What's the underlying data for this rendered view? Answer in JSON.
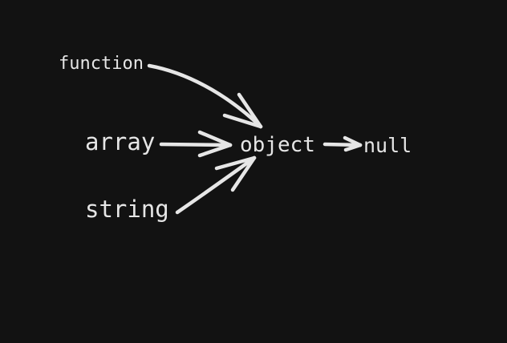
{
  "diagram": {
    "nodes": [
      {
        "id": "function",
        "label": "function"
      },
      {
        "id": "array",
        "label": "array"
      },
      {
        "id": "string",
        "label": "string"
      },
      {
        "id": "object",
        "label": "object"
      },
      {
        "id": "null",
        "label": "null"
      }
    ],
    "edges": [
      {
        "from": "function",
        "to": "object"
      },
      {
        "from": "array",
        "to": "object"
      },
      {
        "from": "string",
        "to": "object"
      },
      {
        "from": "object",
        "to": "null"
      }
    ]
  },
  "colors": {
    "background": "#121212",
    "foreground": "#e6e6e6"
  }
}
